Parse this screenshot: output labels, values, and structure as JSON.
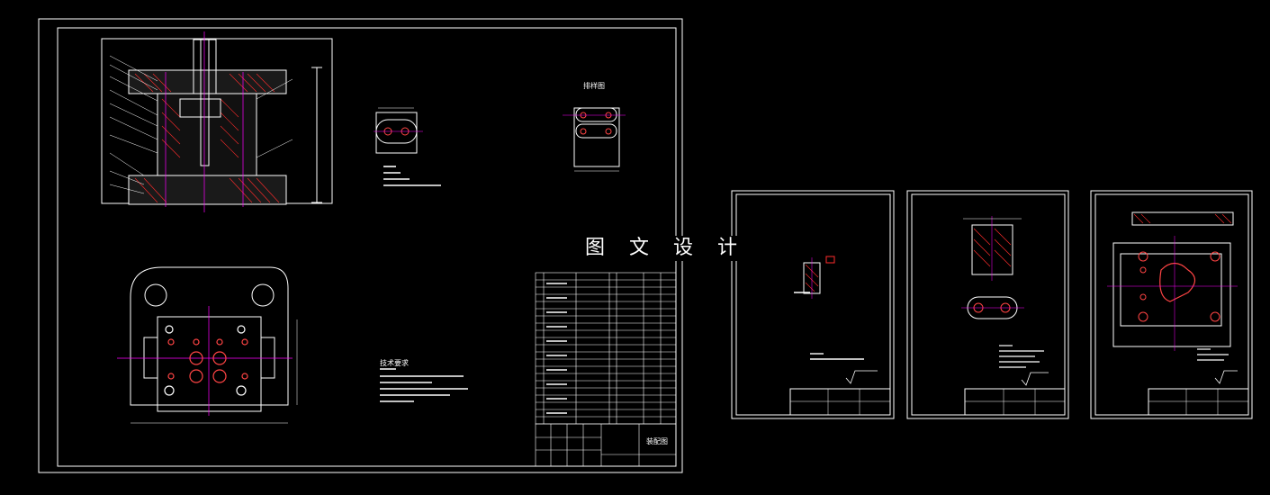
{
  "watermark": "图 文 设 计",
  "colors": {
    "background": "#000000",
    "border": "#ffffff",
    "section": "#e0e0e0",
    "hatch": "#ff2b2b",
    "center_line": "#ff00ff",
    "dimension": "#ffffff",
    "hole": "#ff4444"
  },
  "sheets": {
    "main": {
      "title_label": "装配图"
    },
    "part1": {},
    "part2": {},
    "part3": {}
  },
  "labels": {
    "layout_title": "排样图",
    "notes_heading": "技术要求"
  }
}
